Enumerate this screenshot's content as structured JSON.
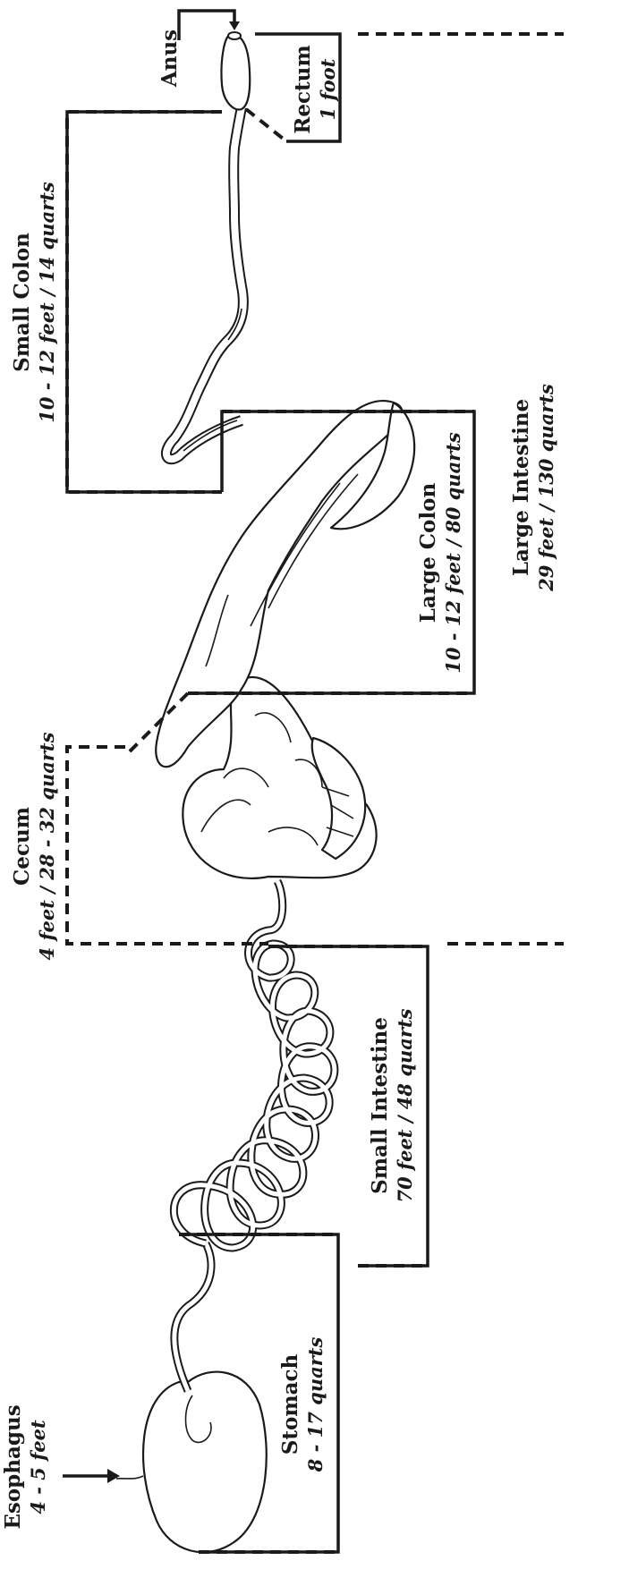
{
  "labels": {
    "anus": "Anus",
    "rectum": {
      "name": "Rectum",
      "measure": "1 foot"
    },
    "small_colon": {
      "name": "Small Colon",
      "measure": "10 - 12 feet / 14 quarts"
    },
    "large_colon": {
      "name": "Large Colon",
      "measure": "10 - 12 feet / 80 quarts"
    },
    "large_intestine": {
      "name": "Large Intestine",
      "measure": "29 feet / 130 quarts"
    },
    "cecum": {
      "name": "Cecum",
      "measure": "4 feet / 28 - 32 quarts"
    },
    "small_intestine": {
      "name": "Small Intestine",
      "measure": "70 feet / 48 quarts"
    },
    "esophagus": {
      "name": "Esophagus",
      "measure": "4 - 5 feet"
    },
    "stomach": {
      "name": "Stomach",
      "measure": "8 - 17 quarts"
    }
  },
  "colors": {
    "ink": "#1a1a1a",
    "background": "#ffffff"
  }
}
